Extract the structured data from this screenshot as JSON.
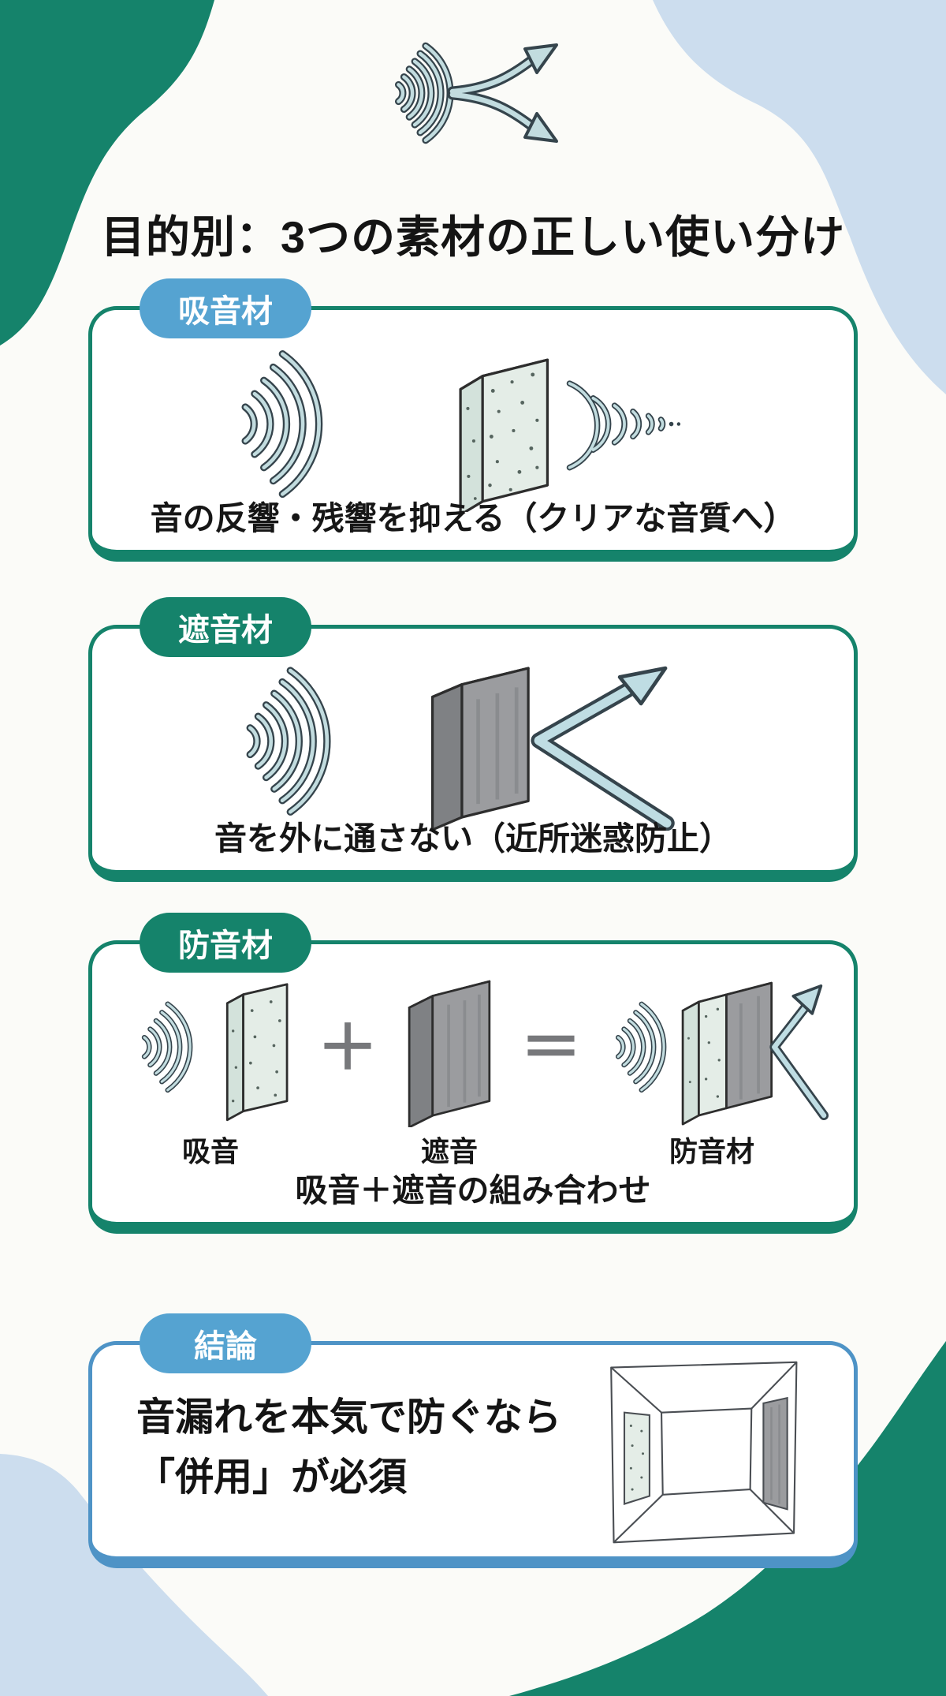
{
  "header": {
    "title": "目的別：3つの素材の正しい使い分け",
    "icon": "sound-split-icon"
  },
  "cards": [
    {
      "badge": "吸音材",
      "badge_color": "blue",
      "caption": "音の反響・残響を抑える（クリアな音質へ）",
      "illustration": "sound waves absorbed by porous panel"
    },
    {
      "badge": "遮音材",
      "badge_color": "green",
      "caption": "音を外に通さない（近所迷惑防止）",
      "illustration": "sound waves reflected by dense panel"
    },
    {
      "badge": "防音材",
      "badge_color": "green",
      "caption": "吸音＋遮音の組み合わせ",
      "labels": {
        "absorb": "吸音",
        "block": "遮音",
        "soundproof": "防音材"
      },
      "operators": {
        "plus": "＋",
        "equals": "＝"
      },
      "illustration": "absorber plus blocker equals soundproof composite"
    }
  ],
  "conclusion": {
    "badge": "結論",
    "line1": "音漏れを本気で防ぐなら",
    "line2": "「併用」が必須",
    "illustration": "room with absorber and blocker panels"
  },
  "colors": {
    "teal": "#15836b",
    "badge_blue": "#55a3d1",
    "conclusion_border_blue": "#4e93c6",
    "corner_light_blue": "#ccddee",
    "wave_light": "#c2dcdf",
    "wave_outline": "#35444c",
    "absorber_fill": "#e4ede7",
    "blocker_fill": "#9b9c9f",
    "text": "#141414",
    "background": "#fbfbf8"
  }
}
